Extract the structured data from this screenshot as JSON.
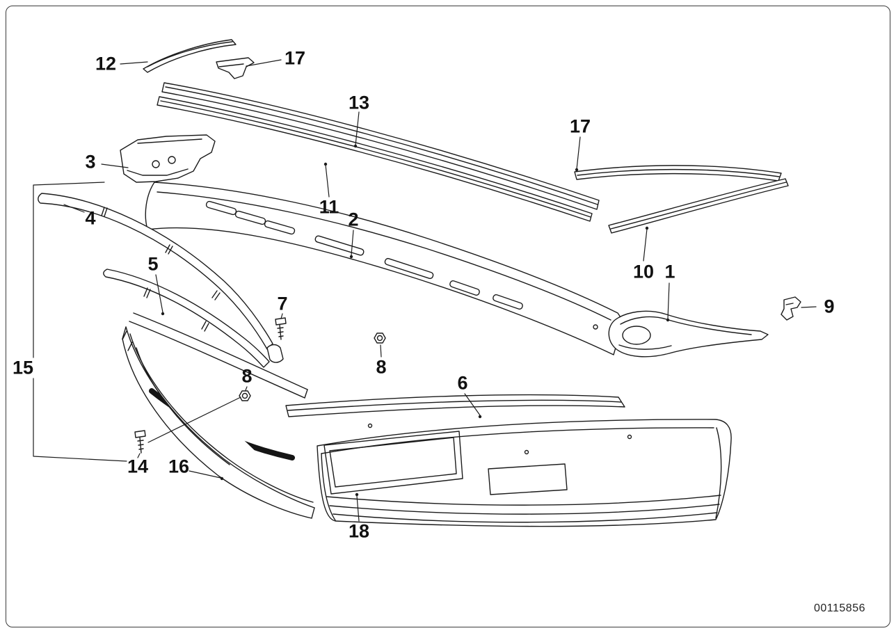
{
  "diagram_number": "00115856",
  "callouts": [
    {
      "label": "12"
    },
    {
      "label": "17"
    },
    {
      "label": "13"
    },
    {
      "label": "17"
    },
    {
      "label": "3"
    },
    {
      "label": "4"
    },
    {
      "label": "11"
    },
    {
      "label": "2"
    },
    {
      "label": "10"
    },
    {
      "label": "1"
    },
    {
      "label": "9"
    },
    {
      "label": "5"
    },
    {
      "label": "7"
    },
    {
      "label": "8"
    },
    {
      "label": "15"
    },
    {
      "label": "8"
    },
    {
      "label": "6"
    },
    {
      "label": "14"
    },
    {
      "label": "16"
    },
    {
      "label": "18"
    }
  ],
  "colors": {
    "line": "#1b1b1b",
    "background": "#ffffff"
  }
}
